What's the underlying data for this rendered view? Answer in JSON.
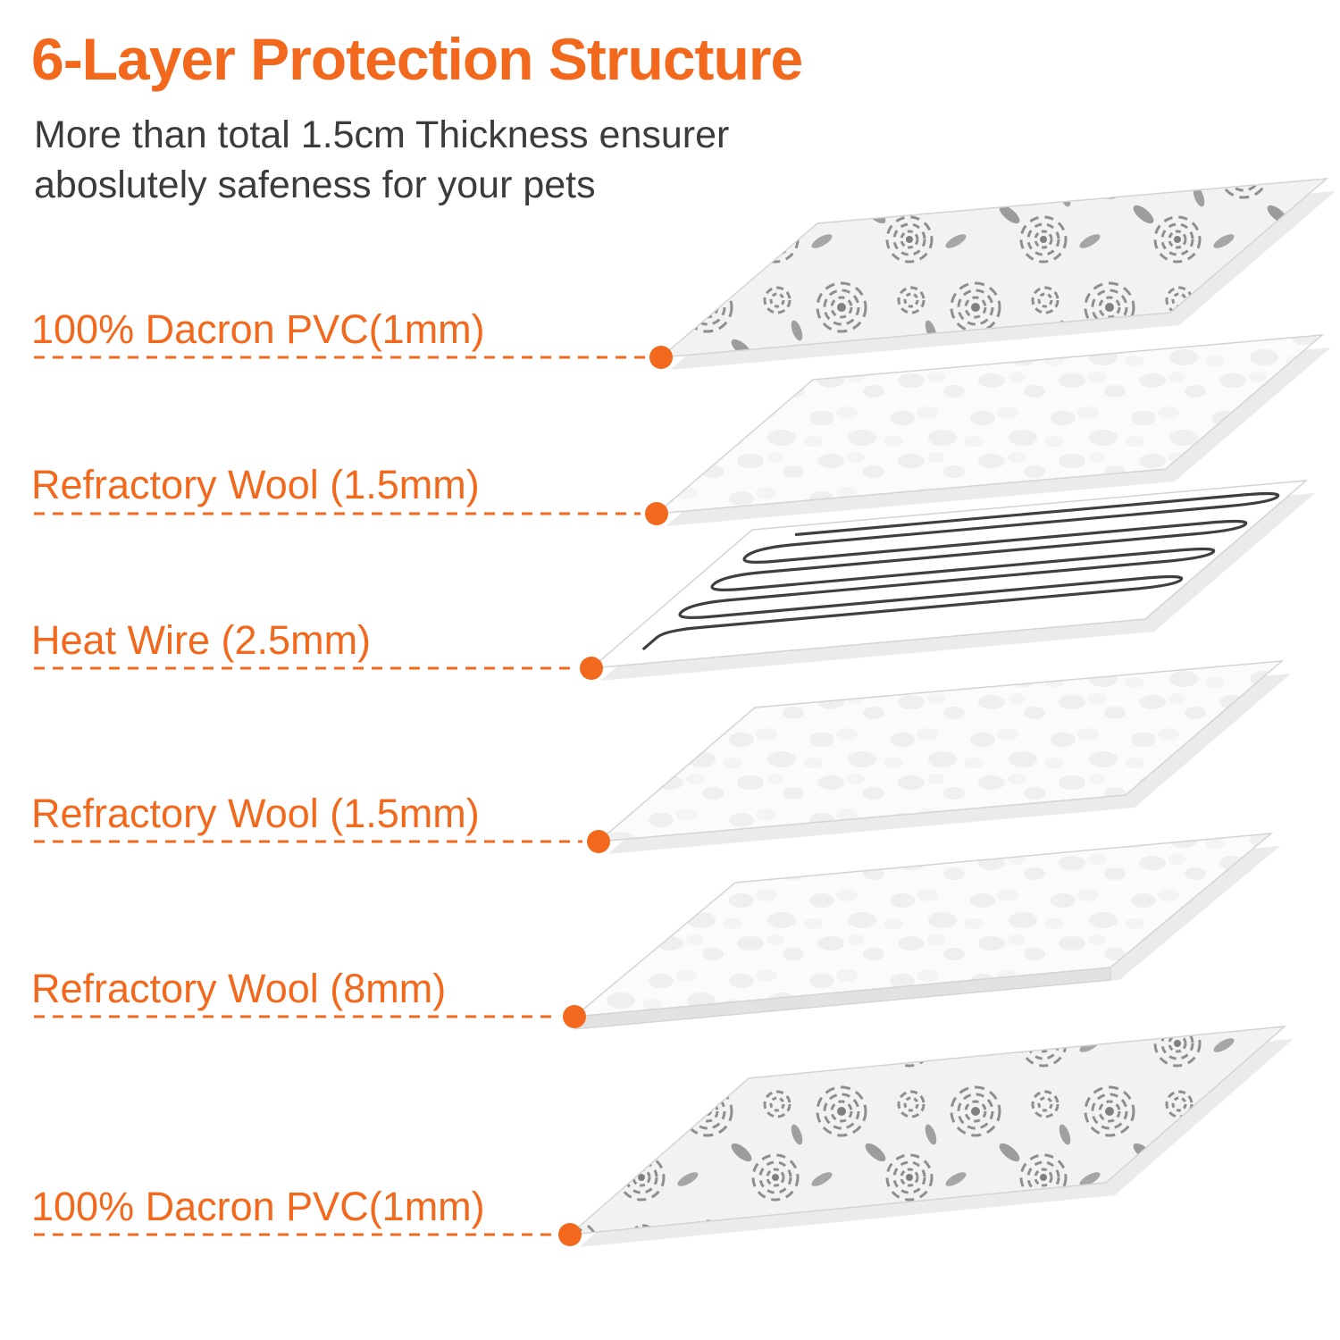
{
  "page": {
    "title": "6-Layer Protection Structure",
    "subtitle": "More than total 1.5cm Thickness ensurer\naboslutely safeness for your pets"
  },
  "colors": {
    "accent": "#F2691D",
    "body_text": "#3B3B3B",
    "wire": "#3F3F3F",
    "sheet_border": "#D4D4D4"
  },
  "layers": [
    {
      "label": "100% Dacron PVC(1mm)",
      "appearance": "floral-fabric"
    },
    {
      "label": "Refractory Wool (1.5mm)",
      "appearance": "white-wool"
    },
    {
      "label": "Heat Wire (2.5mm)",
      "appearance": "serpentine-wire"
    },
    {
      "label": "Refractory Wool (1.5mm)",
      "appearance": "white-wool"
    },
    {
      "label": "Refractory Wool (8mm)",
      "appearance": "white-wool-thick"
    },
    {
      "label": "100% Dacron PVC(1mm)",
      "appearance": "floral-fabric"
    }
  ]
}
